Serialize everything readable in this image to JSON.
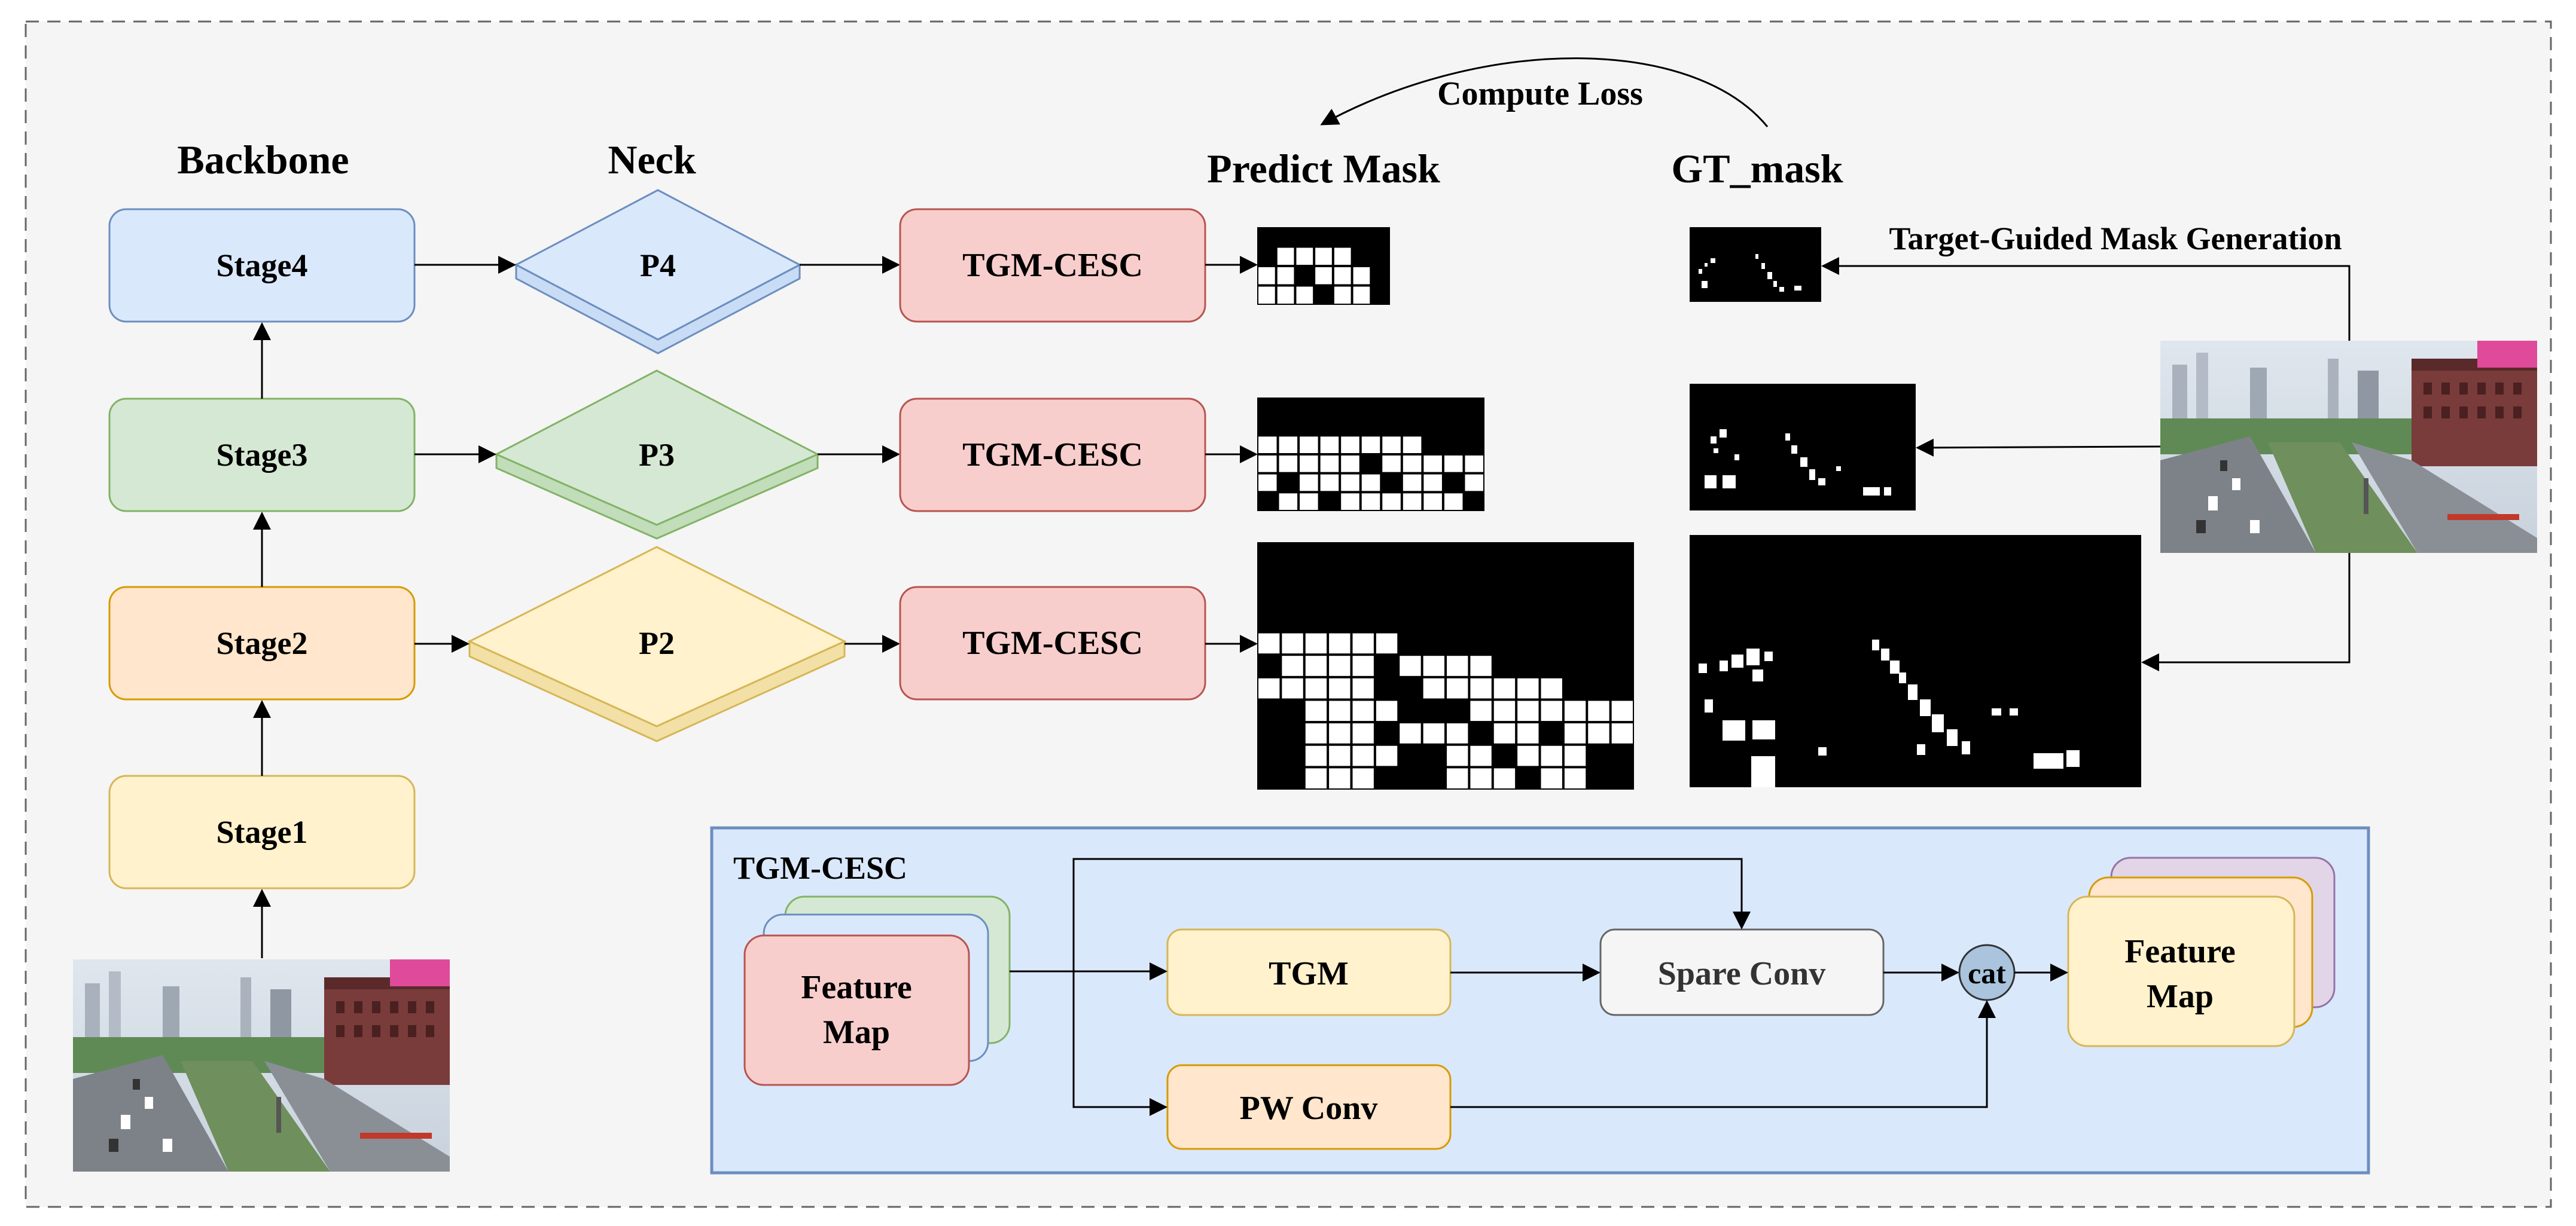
{
  "headers": {
    "backbone": "Backbone",
    "neck": "Neck",
    "predict_mask": "Predict Mask",
    "gt_mask": "GT_mask",
    "compute_loss": "Compute Loss",
    "tgmg": "Target-Guided Mask Generation"
  },
  "backbone": {
    "stage1": "Stage1",
    "stage2": "Stage2",
    "stage3": "Stage3",
    "stage4": "Stage4"
  },
  "neck": {
    "p2": "P2",
    "p3": "P3",
    "p4": "P4"
  },
  "heads": {
    "h2": "TGM-CESC",
    "h3": "TGM-CESC",
    "h4": "TGM-CESC"
  },
  "detail": {
    "title": "TGM-CESC",
    "feature_in": [
      "Feature",
      "Map"
    ],
    "tgm": "TGM",
    "spare_conv": "Spare Conv",
    "pw_conv": "PW Conv",
    "cat": "cat",
    "feature_out": [
      "Feature",
      "Map"
    ]
  },
  "colors": {
    "stage4": "#dae8fc",
    "stage4_stroke": "#6c8ebf",
    "stage3": "#d5e8d4",
    "stage3_stroke": "#82b366",
    "stage2": "#ffe6cc",
    "stage2_stroke": "#d79b00",
    "stage1": "#fff2cc",
    "stage1_stroke": "#d6b656",
    "head": "#f8cecc",
    "head_stroke": "#b85450",
    "detail_bg": "#dae8fc",
    "cat": "#a9c4dc",
    "purple": "#e1d5e7",
    "background": "#f5f5f5"
  }
}
